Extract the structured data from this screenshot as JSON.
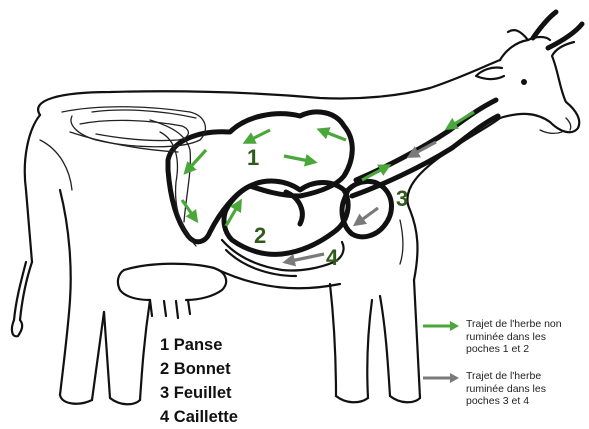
{
  "colors": {
    "green_arrow": "#4aa83a",
    "grey_arrow": "#7a7a7a",
    "number_color": "#2f5a1c",
    "outline": "#111111"
  },
  "stomach_numbers": [
    "1",
    "2",
    "3",
    "4"
  ],
  "legend": [
    {
      "number": "1",
      "name": "Panse"
    },
    {
      "number": "2",
      "name": "Bonnet"
    },
    {
      "number": "3",
      "name": "Feuillet"
    },
    {
      "number": "4",
      "name": "Caillette"
    }
  ],
  "arrow_key": [
    {
      "color": "green",
      "text": "Trajet de l'herbe non ruminée dans les poches 1 et 2"
    },
    {
      "color": "grey",
      "text": "Trajet de l'herbe ruminée dans les poches 3 et 4"
    }
  ]
}
